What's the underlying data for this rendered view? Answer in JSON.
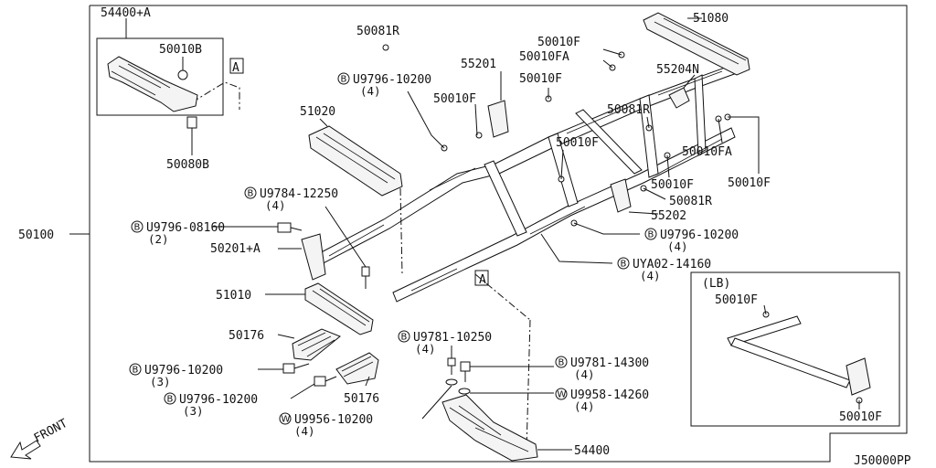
{
  "labels": {
    "bracket_assy": "54400+A",
    "bracket_nut": "50010B",
    "bracket_bolt": "50080B",
    "frame": "50100",
    "ref_a": "A",
    "ref_a2": "A",
    "rivet_top": "50081R",
    "bolt_9796_10200_a": "U9796-10200",
    "qty_4_a": "(4)",
    "bracket_55201": "55201",
    "nut_50010f_a": "50010F",
    "nut_50010fa_a": "50010FA",
    "nut_50010f_b": "50010F",
    "nut_50010f_c": "50010F",
    "crossmember_51020": "51020",
    "bracket_55204n": "55204N",
    "rivet_50081r_b": "50081R",
    "nut_50010f_d": "50010F",
    "nut_50010fa_b": "50010FA",
    "nut_50010f_e": "50010F",
    "nut_50010f_f": "50010F",
    "rivet_50081r_c": "50081R",
    "bracket_55202": "55202",
    "member_51080": "51080",
    "bolt_9784": "U9784-12250",
    "qty_4_b": "(4)",
    "bolt_9796_08160": "U9796-08160",
    "qty_2": "(2)",
    "bracket_50201a": "50201+A",
    "member_51010": "51010",
    "stay_50176_a": "50176",
    "bolt_9796_10200_b": "U9796-10200",
    "qty_3_a": "(3)",
    "bolt_9796_10200_c": "U9796-10200",
    "qty_3_b": "(3)",
    "stay_50176_b": "50176",
    "washer_9956": "U9956-10200",
    "qty_4_c": "(4)",
    "bolt_9781_10250": "U9781-10250",
    "qty_4_d": "(4)",
    "bolt_9781_14300": "U9781-14300",
    "qty_4_e": "(4)",
    "washer_9958": "U9958-14260",
    "qty_4_f": "(4)",
    "bracket_54400": "54400",
    "bolt_9796_10200_d": "U9796-10200",
    "qty_4_g": "(4)",
    "bolt_ya02": "UYA02-14160",
    "qty_4_h": "(4)",
    "lb_title": "(LB)",
    "lb_nut_a": "50010F",
    "lb_nut_b": "50010F",
    "front": "FRONT",
    "diagram_code": "J50000PP"
  },
  "symbols": {
    "bolt_marker": "B",
    "washer_marker": "W"
  }
}
